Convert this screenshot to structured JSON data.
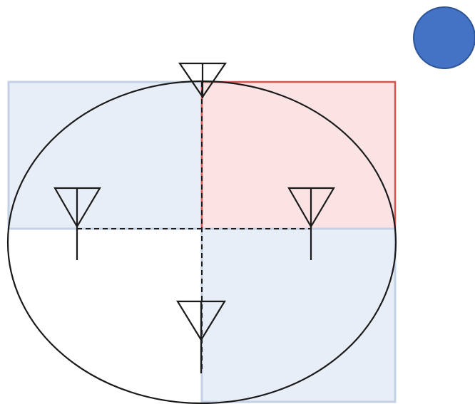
{
  "diagram": {
    "colors": {
      "background": "#ffffff",
      "blue_quadrant_fill": "#e8eef8",
      "blue_quadrant_edge": "#c4d0e4",
      "red_quadrant_fill": "#fbe3e3",
      "red_quadrant_edge": "#d9534f",
      "outline": "#1a1a1a",
      "marker_dot": "#4472c4",
      "marker_dot_edge": "#2f5597"
    },
    "quadrants": [
      {
        "id": "top-left",
        "style": "blue"
      },
      {
        "id": "top-right",
        "style": "red"
      },
      {
        "id": "bottom-left",
        "style": "none"
      },
      {
        "id": "bottom-right",
        "style": "blue"
      }
    ],
    "antenna_icons": [
      "top-center",
      "left",
      "right",
      "bottom-center"
    ],
    "partitions": {
      "horizontal_style": "dashed",
      "vertical_style": "dashed"
    }
  }
}
